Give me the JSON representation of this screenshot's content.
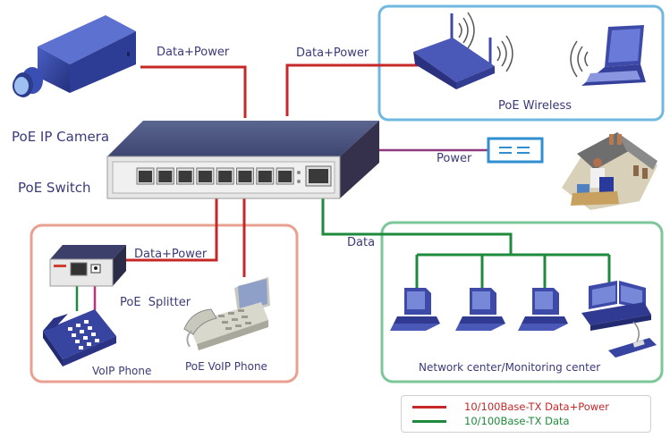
{
  "labels": {
    "camera": "PoE IP Camera",
    "switch": "PoE Switch",
    "camera_link": "Data+Power",
    "wireless_link": "Data+Power",
    "wireless_group": "PoE Wireless",
    "power_link": "Power",
    "data_link": "Data",
    "splitter_link": "Data+Power",
    "splitter": "PoE  Splitter",
    "voip_phone": "VoIP Phone",
    "poe_voip_phone": "PoE VoIP Phone",
    "network_center": "Network center/Monitoring center"
  },
  "switch": {
    "port_count": 8,
    "uplink_count": 1
  },
  "legend": [
    {
      "label": "10/100Base-TX Data+Power",
      "color": "#c62828"
    },
    {
      "label": "10/100Base-TX Data",
      "color": "#1e8a3c"
    }
  ],
  "colors": {
    "data_power": "#c62828",
    "data": "#1e8a3c",
    "power": "#8e3a7c",
    "device_blue": "#2f3f8f",
    "wireless_box": "#6fb8e0",
    "voip_box": "#e8a090",
    "network_box": "#7cc79a",
    "text": "#3b3a78"
  }
}
